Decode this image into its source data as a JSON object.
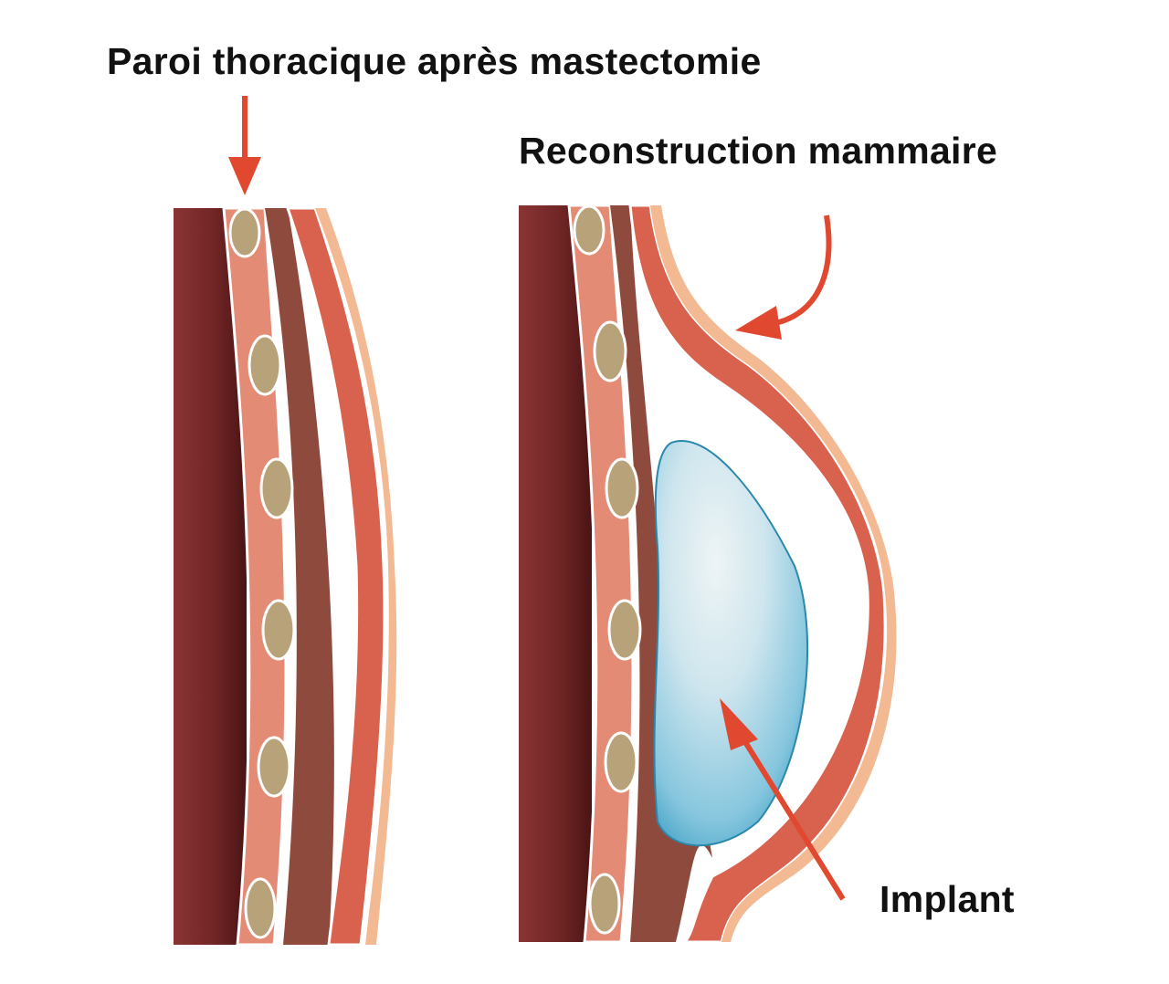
{
  "labels": {
    "chest_wall": "Paroi thoracique après mastectomie",
    "reconstruction": "Reconstruction mammaire",
    "implant": "Implant"
  },
  "colors": {
    "arrow": "#e0492f",
    "chest_cavity": "#7a2a2a",
    "muscle": "#d9624e",
    "skin": "#f2b993",
    "rib": "#b8a27a",
    "implant": "#8fcbe0"
  }
}
